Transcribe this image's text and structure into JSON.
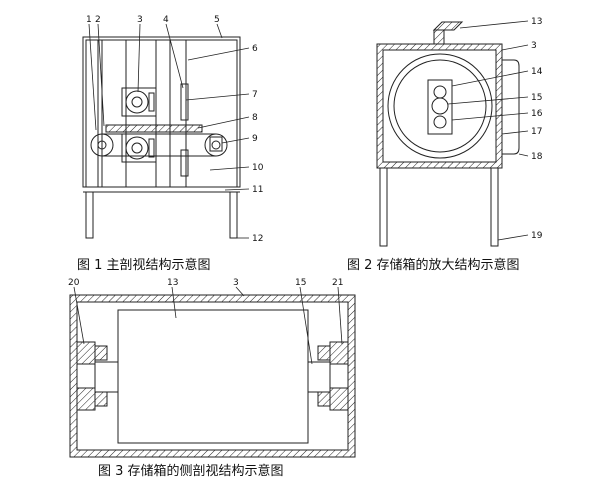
{
  "figures": [
    {
      "caption": "图 1  主剖视结构示意图",
      "labels": [
        "1",
        "2",
        "3",
        "4",
        "5",
        "6",
        "7",
        "8",
        "9",
        "10",
        "11",
        "12"
      ]
    },
    {
      "caption": "图 2  存储箱的放大结构示意图",
      "labels": [
        "13",
        "3",
        "14",
        "15",
        "16",
        "17",
        "18",
        "19"
      ]
    },
    {
      "caption": "图 3 存储箱的侧剖视结构示意图",
      "labels": [
        "20",
        "13",
        "3",
        "15",
        "21"
      ]
    }
  ],
  "colors": {
    "line": "#222222",
    "background": "#ffffff"
  }
}
